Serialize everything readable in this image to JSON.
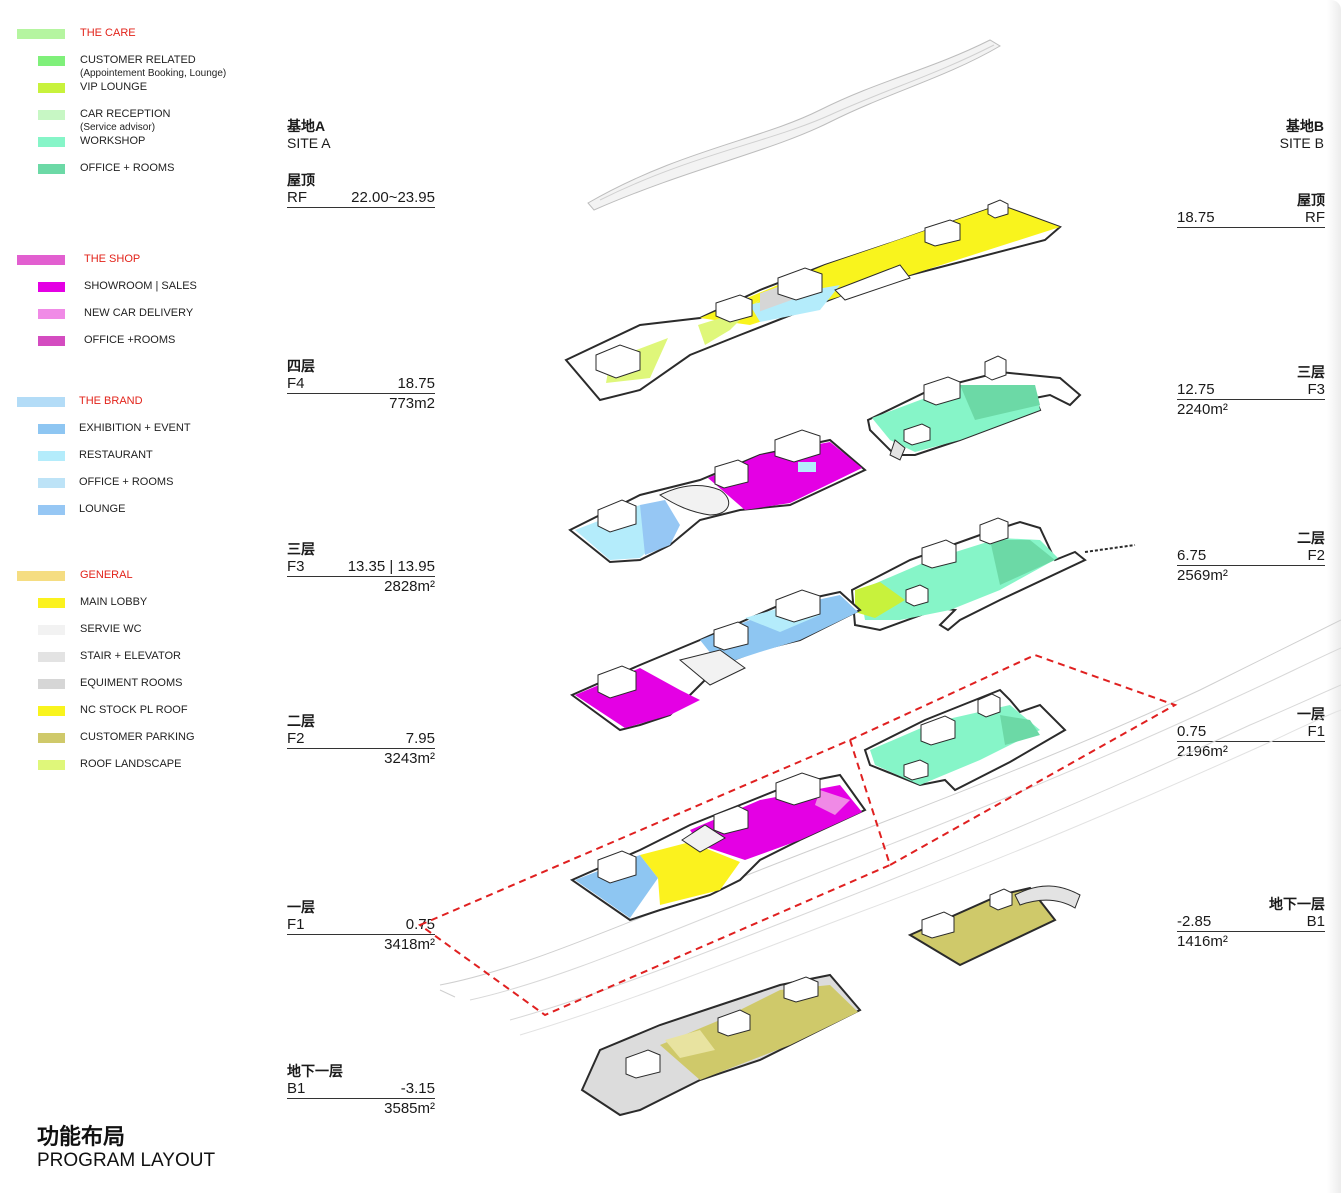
{
  "colors": {
    "care_header": "#b5f5a0",
    "customer_related": "#7ff07a",
    "vip_lounge": "#c8f23c",
    "car_reception": "#c7f7c4",
    "workshop": "#86f5c8",
    "office_rooms_care": "#6cd9a6",
    "shop_header": "#e25fd0",
    "showroom_sales": "#e400e4",
    "new_car_delivery": "#f08ae6",
    "office_rooms_shop": "#d44cc0",
    "brand_header": "#b3dcf7",
    "exhibition_event": "#8ec6f2",
    "restaurant": "#b4ecfb",
    "office_rooms_brand": "#bde3f7",
    "lounge": "#96c7f4",
    "general_header": "#f5dd82",
    "main_lobby": "#fbf21e",
    "servie_wc": "#f2f2f2",
    "stair_elevator": "#e3e3e3",
    "equiment_rooms": "#d6d6d6",
    "nc_stock_roof": "#f9f41d",
    "customer_parking": "#cfc96a",
    "roof_landscape": "#dff77a",
    "section_title": "#e2231a",
    "outline": "#2b2b2b",
    "dashed": "#e02020",
    "gray_floor": "#dcdcdc"
  },
  "legend": {
    "groups": [
      {
        "title": "THE CARE",
        "color_key": "care_header",
        "items": [
          {
            "label": "CUSTOMER RELATED",
            "sub": "(Appointement Booking, Lounge)",
            "color_key": "customer_related"
          },
          {
            "label": "VIP LOUNGE",
            "sub": "",
            "color_key": "vip_lounge"
          },
          {
            "label": "CAR RECEPTION",
            "sub": "(Service advisor)",
            "color_key": "car_reception"
          },
          {
            "label": "WORKSHOP",
            "sub": "",
            "color_key": "workshop"
          },
          {
            "label": "OFFICE + ROOMS",
            "sub": "",
            "color_key": "office_rooms_care"
          }
        ]
      },
      {
        "title": "THE SHOP",
        "color_key": "shop_header",
        "items": [
          {
            "label": "SHOWROOM | SALES",
            "sub": "",
            "color_key": "showroom_sales"
          },
          {
            "label": "NEW CAR DELIVERY",
            "sub": "",
            "color_key": "new_car_delivery"
          },
          {
            "label": "OFFICE +ROOMS",
            "sub": "",
            "color_key": "office_rooms_shop"
          }
        ]
      },
      {
        "title": "THE BRAND",
        "color_key": "brand_header",
        "items": [
          {
            "label": "EXHIBITION + EVENT",
            "sub": "",
            "color_key": "exhibition_event"
          },
          {
            "label": "RESTAURANT",
            "sub": "",
            "color_key": "restaurant"
          },
          {
            "label": "OFFICE + ROOMS",
            "sub": "",
            "color_key": "office_rooms_brand"
          },
          {
            "label": "LOUNGE",
            "sub": "",
            "color_key": "lounge"
          }
        ]
      },
      {
        "title": "GENERAL",
        "color_key": "general_header",
        "items": [
          {
            "label": "MAIN LOBBY",
            "sub": "",
            "color_key": "main_lobby"
          },
          {
            "label": "SERVIE WC",
            "sub": "",
            "color_key": "servie_wc"
          },
          {
            "label": "STAIR + ELEVATOR",
            "sub": "",
            "color_key": "stair_elevator"
          },
          {
            "label": "EQUIMENT ROOMS",
            "sub": "",
            "color_key": "equiment_rooms"
          },
          {
            "label": "NC STOCK PL  ROOF",
            "sub": "",
            "color_key": "nc_stock_roof"
          },
          {
            "label": "CUSTOMER PARKING",
            "sub": "",
            "color_key": "customer_parking"
          },
          {
            "label": "ROOF LANDSCAPE",
            "sub": "",
            "color_key": "roof_landscape"
          }
        ]
      }
    ]
  },
  "site_a": {
    "title_cn": "基地A",
    "title_en": "SITE A",
    "levels": [
      {
        "cn": "屋顶",
        "code": "RF",
        "elev": "22.00~23.95",
        "area": ""
      },
      {
        "cn": "四层",
        "code": "F4",
        "elev": "18.75",
        "area": "773m2"
      },
      {
        "cn": "三层",
        "code": "F3",
        "elev": "13.35 | 13.95",
        "area": "2828m²"
      },
      {
        "cn": "二层",
        "code": "F2",
        "elev": "7.95",
        "area": "3243m²"
      },
      {
        "cn": "一层",
        "code": "F1",
        "elev": "0.75",
        "area": "3418m²"
      },
      {
        "cn": "地下一层",
        "code": "B1",
        "elev": "-3.15",
        "area": "3585m²"
      }
    ]
  },
  "site_b": {
    "title_cn": "基地B",
    "title_en": "SITE B",
    "levels": [
      {
        "cn": "屋顶",
        "code": "RF",
        "elev": "18.75",
        "area": ""
      },
      {
        "cn": "三层",
        "code": "F3",
        "elev": "12.75",
        "area": "2240m²"
      },
      {
        "cn": "二层",
        "code": "F2",
        "elev": "6.75",
        "area": "2569m²"
      },
      {
        "cn": "一层",
        "code": "F1",
        "elev": "0.75",
        "area": "2196m²"
      },
      {
        "cn": "地下一层",
        "code": "B1",
        "elev": "-2.85",
        "area": "1416m²"
      }
    ]
  },
  "title": {
    "cn": "功能布局",
    "en": "PROGRAM LAYOUT"
  }
}
